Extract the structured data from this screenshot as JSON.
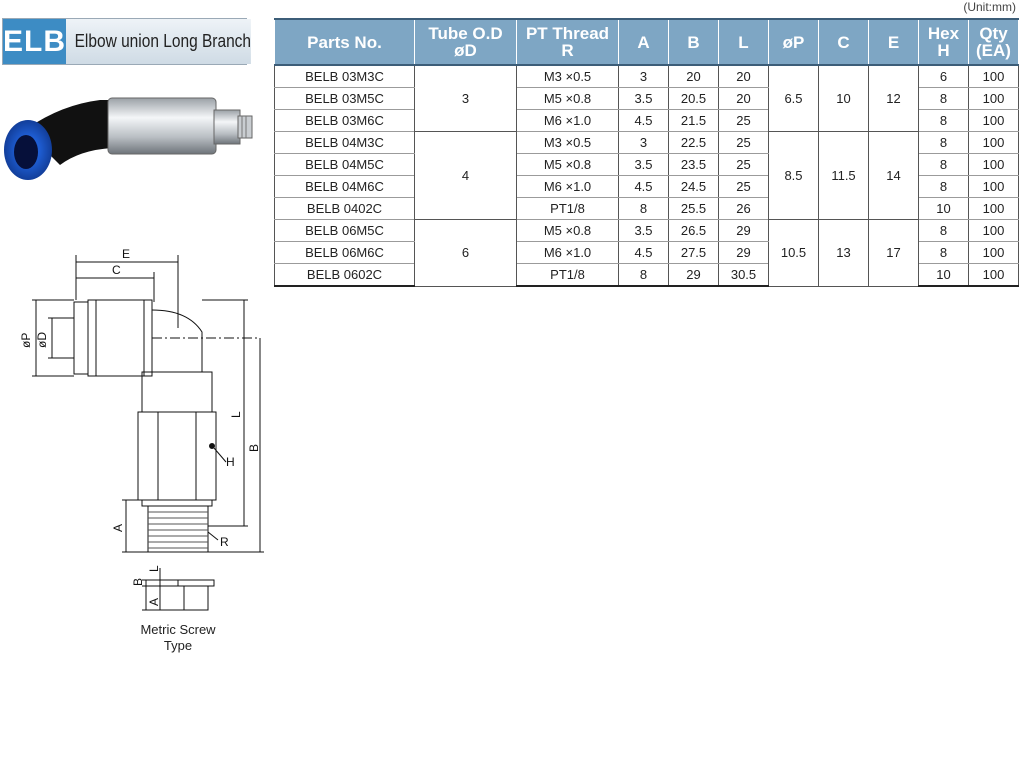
{
  "header": {
    "code": "ELB",
    "title": "Elbow union Long Branch",
    "unit": "(Unit:mm)"
  },
  "table": {
    "columns": [
      {
        "l1": "Parts No.",
        "l2": ""
      },
      {
        "l1": "Tube O.D",
        "l2": "øD"
      },
      {
        "l1": "PT Thread",
        "l2": "R"
      },
      {
        "l1": "A",
        "l2": ""
      },
      {
        "l1": "B",
        "l2": ""
      },
      {
        "l1": "L",
        "l2": ""
      },
      {
        "l1": "øP",
        "l2": ""
      },
      {
        "l1": "C",
        "l2": ""
      },
      {
        "l1": "E",
        "l2": ""
      },
      {
        "l1": "Hex",
        "l2": "H"
      },
      {
        "l1": "Qty",
        "l2": "(EA)"
      }
    ],
    "rows": [
      {
        "part": "BELB 03M3C",
        "thread": "M3 ×0.5",
        "a": "3",
        "b": "20",
        "l": "20",
        "h": "6",
        "qty": "100"
      },
      {
        "part": "BELB 03M5C",
        "thread": "M5 ×0.8",
        "a": "3.5",
        "b": "20.5",
        "l": "20",
        "h": "8",
        "qty": "100"
      },
      {
        "part": "BELB 03M6C",
        "thread": "M6 ×1.0",
        "a": "4.5",
        "b": "21.5",
        "l": "25",
        "h": "8",
        "qty": "100"
      },
      {
        "part": "BELB 04M3C",
        "thread": "M3 ×0.5",
        "a": "3",
        "b": "22.5",
        "l": "25",
        "h": "8",
        "qty": "100"
      },
      {
        "part": "BELB 04M5C",
        "thread": "M5 ×0.8",
        "a": "3.5",
        "b": "23.5",
        "l": "25",
        "h": "8",
        "qty": "100"
      },
      {
        "part": "BELB 04M6C",
        "thread": "M6 ×1.0",
        "a": "4.5",
        "b": "24.5",
        "l": "25",
        "h": "8",
        "qty": "100"
      },
      {
        "part": "BELB 0402C",
        "thread": "PT1/8",
        "a": "8",
        "b": "25.5",
        "l": "26",
        "h": "10",
        "qty": "100"
      },
      {
        "part": "BELB 06M5C",
        "thread": "M5 ×0.8",
        "a": "3.5",
        "b": "26.5",
        "l": "29",
        "h": "8",
        "qty": "100"
      },
      {
        "part": "BELB 06M6C",
        "thread": "M6 ×1.0",
        "a": "4.5",
        "b": "27.5",
        "l": "29",
        "h": "8",
        "qty": "100"
      },
      {
        "part": "BELB 0602C",
        "thread": "PT1/8",
        "a": "8",
        "b": "29",
        "l": "30.5",
        "h": "10",
        "qty": "100"
      }
    ],
    "groups": [
      {
        "tube": "3",
        "p": "6.5",
        "c": "10",
        "e": "12"
      },
      {
        "tube": "4",
        "p": "8.5",
        "c": "11.5",
        "e": "14"
      },
      {
        "tube": "6",
        "p": "10.5",
        "c": "13",
        "e": "17"
      }
    ]
  },
  "drawing": {
    "labels": {
      "e": "E",
      "c": "C",
      "p": "øP",
      "d": "øD",
      "l": "L",
      "b": "B",
      "h": "H",
      "a": "A",
      "r": "R",
      "b2": "B",
      "l2": "L",
      "a2": "A"
    },
    "caption_line1": "Metric Screw",
    "caption_line2": "Type"
  },
  "colors": {
    "badge": "#3d8cc4",
    "header_row": "#7ea6c4",
    "blue_collet": "#1f5fd6"
  }
}
